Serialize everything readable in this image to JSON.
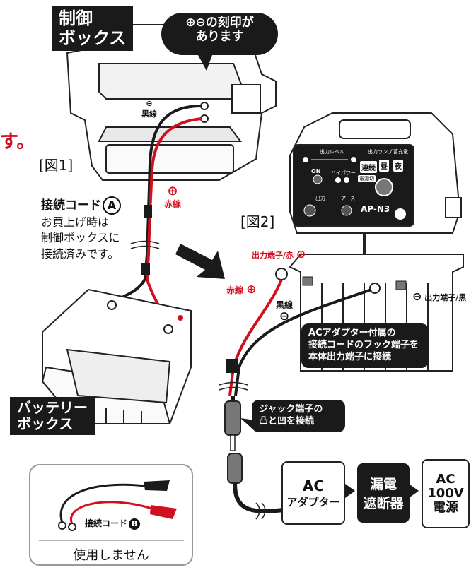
{
  "control_box": {
    "title_line1": "制御",
    "title_line2": "ボックス"
  },
  "marking_bubble": {
    "symbols": "⊕⊖",
    "line1": "の刻印が",
    "line2": "あります"
  },
  "cut_text": "す。",
  "fig1_label": "[図1]",
  "fig2_label": "[図2]",
  "black_wire_label": "黒線",
  "red_wire_symbol": "⊕",
  "red_wire_label": "赤線",
  "cord_a": {
    "title": "接続コード",
    "badge": "A",
    "line1": "お買上げ時は",
    "line2": "制御ボックスに",
    "line3": "接続済みです。"
  },
  "battery_box": {
    "title_line1": "バッテリー",
    "title_line2": "ボックス"
  },
  "device": {
    "model": "AP-N3",
    "output_level": "出力レベル",
    "output_lamp": "出力ランプ",
    "charge": "蓄充電",
    "on": "ON",
    "high_power": "ハイパワー",
    "power_off": "電源切",
    "continuous": "連続",
    "day": "昼",
    "night": "夜",
    "output": "出力",
    "earth": "アース"
  },
  "terminal_plus": "出力端子/赤",
  "terminal_minus": "出力端子/黒",
  "red_wire_fig2": "赤線",
  "black_wire_fig2": "黒線",
  "ac_callout": {
    "line1": "ACアダプター付属の",
    "line2": "接続コードのフック端子を",
    "line3": "本体出力端子に接続"
  },
  "jack_callout": {
    "line1": "ジャック端子の",
    "line2": "凸と凹を接続"
  },
  "flow": {
    "ac_adapter": {
      "line1": "AC",
      "line2": "アダプター"
    },
    "breaker": {
      "line1": "漏電",
      "line2": "遮断器"
    },
    "power": {
      "line1": "AC",
      "line2": "100V",
      "line3": "電源"
    }
  },
  "cord_b": {
    "label": "接続コード",
    "badge": "B",
    "note": "使用しません"
  },
  "colors": {
    "red": "#d0101e",
    "black": "#1a1a1a"
  }
}
